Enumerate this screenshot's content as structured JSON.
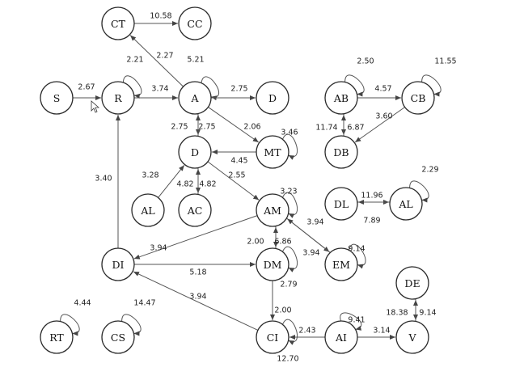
{
  "nodes": [
    {
      "id": "CT",
      "label": "CT"
    },
    {
      "id": "CC",
      "label": "CC"
    },
    {
      "id": "S",
      "label": "S"
    },
    {
      "id": "R",
      "label": "R"
    },
    {
      "id": "A",
      "label": "A"
    },
    {
      "id": "D1",
      "label": "D"
    },
    {
      "id": "MT",
      "label": "MT"
    },
    {
      "id": "D",
      "label": "D"
    },
    {
      "id": "AL",
      "label": "AL"
    },
    {
      "id": "AC",
      "label": "AC"
    },
    {
      "id": "AM",
      "label": "AM"
    },
    {
      "id": "DI",
      "label": "DI"
    },
    {
      "id": "DM",
      "label": "DM"
    },
    {
      "id": "EM",
      "label": "EM"
    },
    {
      "id": "CI",
      "label": "CI"
    },
    {
      "id": "AI",
      "label": "AI"
    },
    {
      "id": "V",
      "label": "V"
    },
    {
      "id": "DE",
      "label": "DE"
    },
    {
      "id": "RT",
      "label": "RT"
    },
    {
      "id": "CS",
      "label": "CS"
    },
    {
      "id": "AB",
      "label": "AB"
    },
    {
      "id": "CB",
      "label": "CB"
    },
    {
      "id": "DB",
      "label": "DB"
    },
    {
      "id": "DL",
      "label": "DL"
    },
    {
      "id": "AL2",
      "label": "AL"
    }
  ],
  "edges": [
    {
      "from": "CT",
      "to": "CC",
      "weight": "10.58"
    },
    {
      "from": "A",
      "to": "CT",
      "weight": "2.27"
    },
    {
      "from": "R",
      "to": "R",
      "weight": "2.21"
    },
    {
      "from": "A",
      "to": "A",
      "weight": "5.21"
    },
    {
      "from": "S",
      "to": "R",
      "weight": "2.67"
    },
    {
      "from": "R",
      "to": "A",
      "weight": "3.74"
    },
    {
      "from": "A",
      "to": "D1",
      "weight": "2.75"
    },
    {
      "from": "A",
      "to": "D",
      "weight": "2.75"
    },
    {
      "from": "D",
      "to": "A",
      "weight": "2.75"
    },
    {
      "from": "A",
      "to": "MT",
      "weight": "2.06"
    },
    {
      "from": "MT",
      "to": "MT",
      "weight": "3.46"
    },
    {
      "from": "MT",
      "to": "D",
      "weight": "4.45"
    },
    {
      "from": "AL",
      "to": "D",
      "weight": "3.28"
    },
    {
      "from": "D",
      "to": "AC",
      "weight": "4.82"
    },
    {
      "from": "AC",
      "to": "D",
      "weight": "4.82"
    },
    {
      "from": "D",
      "to": "AM",
      "weight": "2.55"
    },
    {
      "from": "AM",
      "to": "AM",
      "weight": "3.23"
    },
    {
      "from": "DI",
      "to": "R",
      "weight": "3.40"
    },
    {
      "from": "AM",
      "to": "DI",
      "weight": "3.94"
    },
    {
      "from": "AM",
      "to": "EM",
      "weight": "3.94"
    },
    {
      "from": "EM",
      "to": "AM",
      "weight": "3.94"
    },
    {
      "from": "EM",
      "to": "EM",
      "weight": "9.14"
    },
    {
      "from": "AM",
      "to": "DM",
      "weight": "2.00"
    },
    {
      "from": "DM",
      "to": "AM",
      "weight": "6.86"
    },
    {
      "from": "DI",
      "to": "DM",
      "weight": "5.18"
    },
    {
      "from": "DM",
      "to": "DM",
      "weight": "2.79"
    },
    {
      "from": "CI",
      "to": "DI",
      "weight": "3.94"
    },
    {
      "from": "DM",
      "to": "CI",
      "weight": "2.00"
    },
    {
      "from": "CI",
      "to": "CI",
      "weight": "12.70"
    },
    {
      "from": "AI",
      "to": "CI",
      "weight": "2.43"
    },
    {
      "from": "AI",
      "to": "AI",
      "weight": "9.41"
    },
    {
      "from": "AI",
      "to": "V",
      "weight": "3.14"
    },
    {
      "from": "DE",
      "to": "V",
      "weight": "18.38"
    },
    {
      "from": "V",
      "to": "DE",
      "weight": "9.14"
    },
    {
      "from": "RT",
      "to": "RT",
      "weight": "4.44"
    },
    {
      "from": "CS",
      "to": "CS",
      "weight": "14.47"
    },
    {
      "from": "AB",
      "to": "AB",
      "weight": "2.50"
    },
    {
      "from": "AB",
      "to": "CB",
      "weight": "4.57"
    },
    {
      "from": "CB",
      "to": "CB",
      "weight": "11.55"
    },
    {
      "from": "AB",
      "to": "DB",
      "weight": "11.74"
    },
    {
      "from": "DB",
      "to": "AB",
      "weight": "6.87"
    },
    {
      "from": "CB",
      "to": "DB",
      "weight": "3.60"
    },
    {
      "from": "DL",
      "to": "AL2",
      "weight": "11.96"
    },
    {
      "from": "AL2",
      "to": "DL",
      "weight": "7.89"
    },
    {
      "from": "AL2",
      "to": "AL2",
      "weight": "2.29"
    }
  ]
}
